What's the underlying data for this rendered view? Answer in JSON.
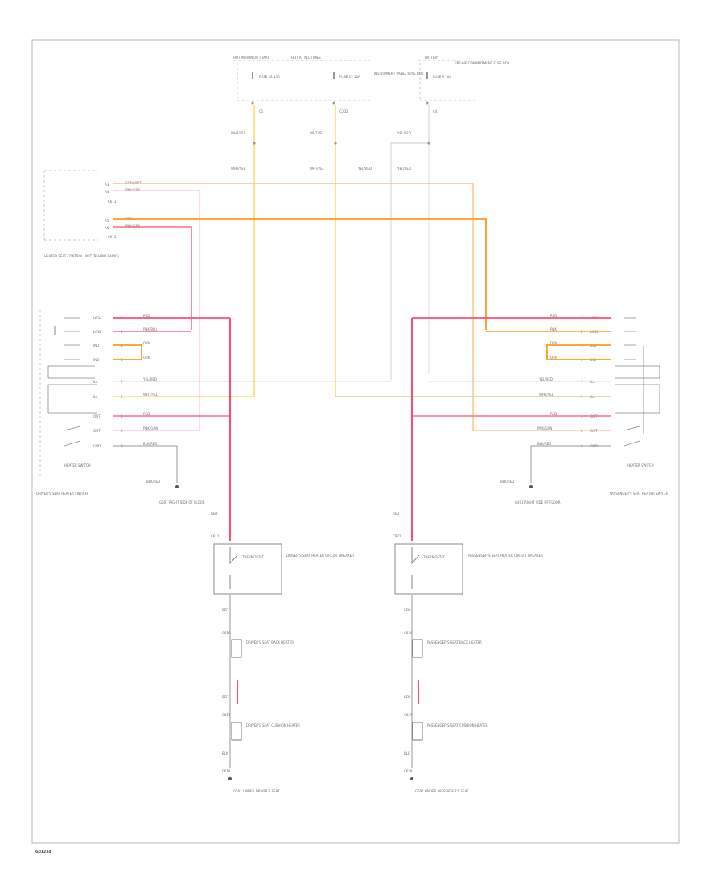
{
  "diagram": {
    "fuse_blocks": {
      "left_title": "HOT IN RUN OR START",
      "left_title_right": "HOT AT ALL TIMES",
      "fuse_a": "FUSE 12 15A",
      "fuse_b": "FUSE 15 10A",
      "fuse_c_title": "BATTERY",
      "fuse_c": "FUSE 9 10A",
      "left_block_name": "INSTRUMENT PANEL FUSE BOX",
      "right_block_name": "ENGINE COMPARTMENT FUSE BOX",
      "conn_a": "C1",
      "conn_b": "C202",
      "conn_c": "C4"
    },
    "wire_colors": {
      "pink": "#ff8fb0",
      "red": "#ff4d6d",
      "orange": "#ff9a1a",
      "lt_orange": "#ffc080",
      "yellow": "#f4e06a",
      "gray": "#bcbcbc",
      "green_yel": "#c8d890"
    },
    "vertical_wires": {
      "left_a": "WHT/YEL",
      "left_b": "WHT/YEL",
      "mid_a": "WHT/YEL",
      "mid_b": "WHT/YEL",
      "right_a": "YEL/RED",
      "right_b": "YEL/RED"
    },
    "seat_heater_control": {
      "name": "HEATED SEAT CONTROL UNIT (BEHIND RADIO)",
      "pins": [
        {
          "pin": "A3",
          "color": "GRN/WHT"
        },
        {
          "pin": "A4",
          "color": "PNK/GRN"
        },
        {
          "pin": "A5",
          "color": "ORN"
        },
        {
          "pin": "A6",
          "color": "PNK/GRN"
        }
      ],
      "conn_a": "C611",
      "conn_b": "C611"
    },
    "driver_switch": {
      "name": "DRIVER'S SEAT HEATER SWITCH",
      "rows": [
        {
          "pin": "3",
          "code": "HIGH",
          "color": "RED"
        },
        {
          "pin": "2",
          "code": "LOW",
          "color": "PNK/BLU"
        },
        {
          "pin": "1",
          "code": "IND",
          "color": "ORN"
        },
        {
          "pin": "6",
          "code": "IND",
          "color": "ORN"
        },
        {
          "pin": "7",
          "code": "ILL",
          "color": "YEL/RED"
        },
        {
          "pin": "5",
          "code": "ILL",
          "color": "WHT/YEL"
        },
        {
          "pin": "4",
          "code": "OUT",
          "color": "RED"
        },
        {
          "pin": "8",
          "code": "OUT",
          "color": "PNK/GRN"
        },
        {
          "pin": "9",
          "code": "GND",
          "color": "BLK/RED"
        }
      ],
      "heater_label": "HEATER SWITCH",
      "ground_wire": "BLK/RED",
      "ground_name": "G501 RIGHT SIDE OF FLOOR"
    },
    "passenger_switch": {
      "name": "PASSENGER'S SEAT HEATER SWITCH",
      "rows": [
        {
          "pin": "3",
          "code": "HIGH",
          "color": "RED"
        },
        {
          "pin": "2",
          "code": "LOW",
          "color": "PNK"
        },
        {
          "pin": "1",
          "code": "IND",
          "color": "ORN"
        },
        {
          "pin": "6",
          "code": "IND",
          "color": "ORN"
        },
        {
          "pin": "7",
          "code": "ILL",
          "color": "YEL/RED"
        },
        {
          "pin": "5",
          "code": "ILL",
          "color": "WHT/YEL"
        },
        {
          "pin": "4",
          "code": "OUT",
          "color": "RED"
        },
        {
          "pin": "8",
          "code": "OUT",
          "color": "PNK/GRN"
        },
        {
          "pin": "9",
          "code": "GND",
          "color": "BLK/RED"
        }
      ],
      "heater_label": "HEATER SWITCH",
      "ground_wire": "BLK/RED",
      "ground_name": "G401 RIGHT SIDE OF FLOOR"
    },
    "driver_circuit": {
      "feed_wire": "RED",
      "conn_top": "C611",
      "thermostat_name": "DRIVER'S SEAT HEATER CIRCUIT BREAKER",
      "thermostat_tag": "THERMOSTAT",
      "wire1": "RED",
      "conn1": "C616",
      "element1": "DRIVER'S SEAT BACK HEATER",
      "wire2": "RED",
      "conn2": "C617",
      "element2": "DRIVER'S SEAT CUSHION HEATER",
      "wire3": "BLK",
      "conn3": "C618",
      "ground_name": "G501 UNDER DRIVER'S SEAT"
    },
    "passenger_circuit": {
      "feed_wire": "RED",
      "conn_top": "C621",
      "thermostat_name": "PASSENGER'S SEAT HEATER CIRCUIT BREAKER",
      "thermostat_tag": "THERMOSTAT",
      "wire1": "RED",
      "conn1": "C626",
      "element1": "PASSENGER'S SEAT BACK HEATER",
      "wire2": "RED",
      "conn2": "C627",
      "element2": "PASSENGER'S SEAT CUSHION HEATER",
      "wire3": "BLK",
      "conn3": "C628",
      "ground_name": "G601 UNDER PASSENGER'S SEAT"
    },
    "footer_code": "G01234"
  }
}
